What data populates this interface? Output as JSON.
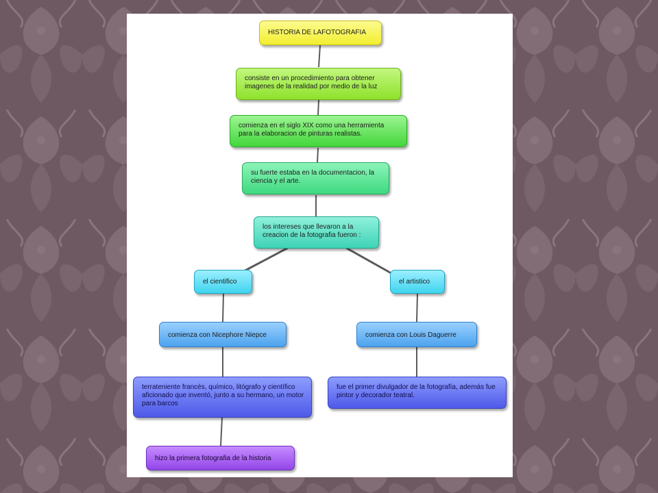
{
  "colors": {
    "background": "#6e5962",
    "pattern": "#8a747d",
    "canvas": "#ffffff",
    "edge": "#5a5a5a"
  },
  "concept_map": {
    "nodes": [
      {
        "id": "titulo",
        "text": "HISTORIA DE LAFOTOGRAFIA",
        "color": "#f2ee2f"
      },
      {
        "id": "definicion",
        "text": "consiste en un procedimiento para obtener imagenes de la realidad por medio de la luz",
        "color": "#8fe22c"
      },
      {
        "id": "origen",
        "text": "comienza en el siglo XIX como una herramienta para la elaboracion de pinturas realistas.",
        "color": "#43d63b"
      },
      {
        "id": "fuerte",
        "text": "su fuerte estaba en la documentacion, la ciencia y el arte.",
        "color": "#3fd980"
      },
      {
        "id": "intereses",
        "text": "los intereses que llevaron a la creacion de la fotografia fueron :",
        "color": "#3fd3b6"
      },
      {
        "id": "cientifico",
        "text": "el cientifico",
        "color": "#3fd4ef"
      },
      {
        "id": "artistico",
        "text": "el artistico",
        "color": "#3fd4ef"
      },
      {
        "id": "niepce",
        "text": "comienza con Nicephore Niepce",
        "color": "#4ca3ee"
      },
      {
        "id": "daguerre",
        "text": "comienza con Louis Daguerre",
        "color": "#4ca3ee"
      },
      {
        "id": "niepce_desc",
        "text": "terrateniente francés, químico, litógrafo y científico aficionado que inventó, junto a su hermano, un motor para barcos",
        "color": "#4e5ae8"
      },
      {
        "id": "daguerre_desc",
        "text": "fue el primer divulgador de la fotografía, además fue pintor y decorador teatral.",
        "color": "#4e5ae8"
      },
      {
        "id": "primera_foto",
        "text": "hizo la primera fotografia de la historia",
        "color": "#9346e8"
      }
    ],
    "edges": [
      {
        "from": "titulo",
        "to": "definicion"
      },
      {
        "from": "definicion",
        "to": "origen"
      },
      {
        "from": "origen",
        "to": "fuerte"
      },
      {
        "from": "fuerte",
        "to": "intereses"
      },
      {
        "from": "intereses",
        "to": "cientifico"
      },
      {
        "from": "intereses",
        "to": "artistico"
      },
      {
        "from": "cientifico",
        "to": "niepce"
      },
      {
        "from": "artistico",
        "to": "daguerre"
      },
      {
        "from": "niepce",
        "to": "niepce_desc"
      },
      {
        "from": "daguerre",
        "to": "daguerre_desc"
      },
      {
        "from": "niepce_desc",
        "to": "primera_foto"
      }
    ]
  }
}
